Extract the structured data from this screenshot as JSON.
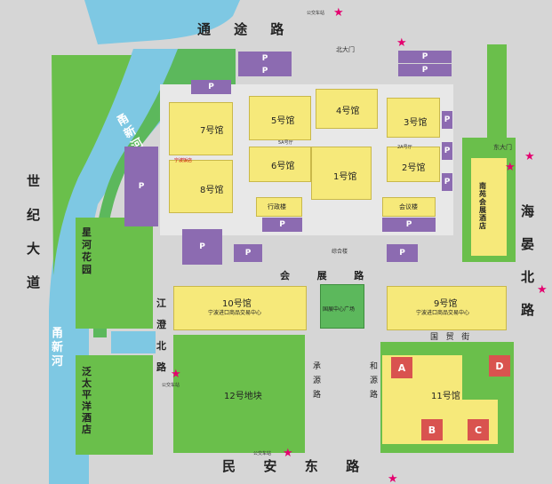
{
  "roads": {
    "top": [
      "通",
      "途",
      "路"
    ],
    "left": [
      "世",
      "纪",
      "大",
      "道"
    ],
    "right": [
      "海",
      "晏",
      "北",
      "路"
    ],
    "bottom": [
      "民",
      "安",
      "东",
      "路"
    ],
    "inner": [
      "会",
      "展",
      "路"
    ],
    "jiangcheng": [
      "江",
      "澄",
      "北",
      "路"
    ],
    "chengyuan": [
      "承",
      "源",
      "路"
    ],
    "heyuan": [
      "和",
      "源",
      "路"
    ],
    "guomao": [
      "国",
      "贸",
      "街"
    ]
  },
  "rivers": {
    "yongxin_top": [
      "甬",
      "新",
      "河"
    ],
    "yongxin_bottom": [
      "甬",
      "新",
      "河"
    ]
  },
  "halls": {
    "h7": "7号馆",
    "h8": "8号馆",
    "h5": "5号馆",
    "h6": "6号馆",
    "h4": "4号馆",
    "h1": "1号馆",
    "h3": "3号馆",
    "h2": "2号馆",
    "h10": "10号馆",
    "h10_sub": "宁波进口商品交易中心",
    "h9": "9号馆",
    "h9_sub": "宁波进口商品交易中心",
    "h11": "11号馆",
    "h12": "12号地块",
    "xingzheng": "行政楼",
    "huiyi": "会议楼",
    "zonghe": "综合楼",
    "guangchang": "国展中心广场",
    "hotel_right": [
      "南",
      "苑",
      "会",
      "展",
      "酒",
      "店"
    ],
    "hotel_left": [
      "泛",
      "太",
      "平",
      "洋",
      "酒",
      "店"
    ],
    "garden": [
      "星",
      "河",
      "花",
      "园"
    ],
    "room_5a": "5A号厅",
    "room_2a": "2A号厅",
    "restaurant": "宁波饭店"
  },
  "gates": {
    "north": "北大门",
    "east": "东大门"
  },
  "bus_stop": "公交车站",
  "parking_label": "P",
  "lots": [
    "A",
    "B",
    "C",
    "D"
  ]
}
